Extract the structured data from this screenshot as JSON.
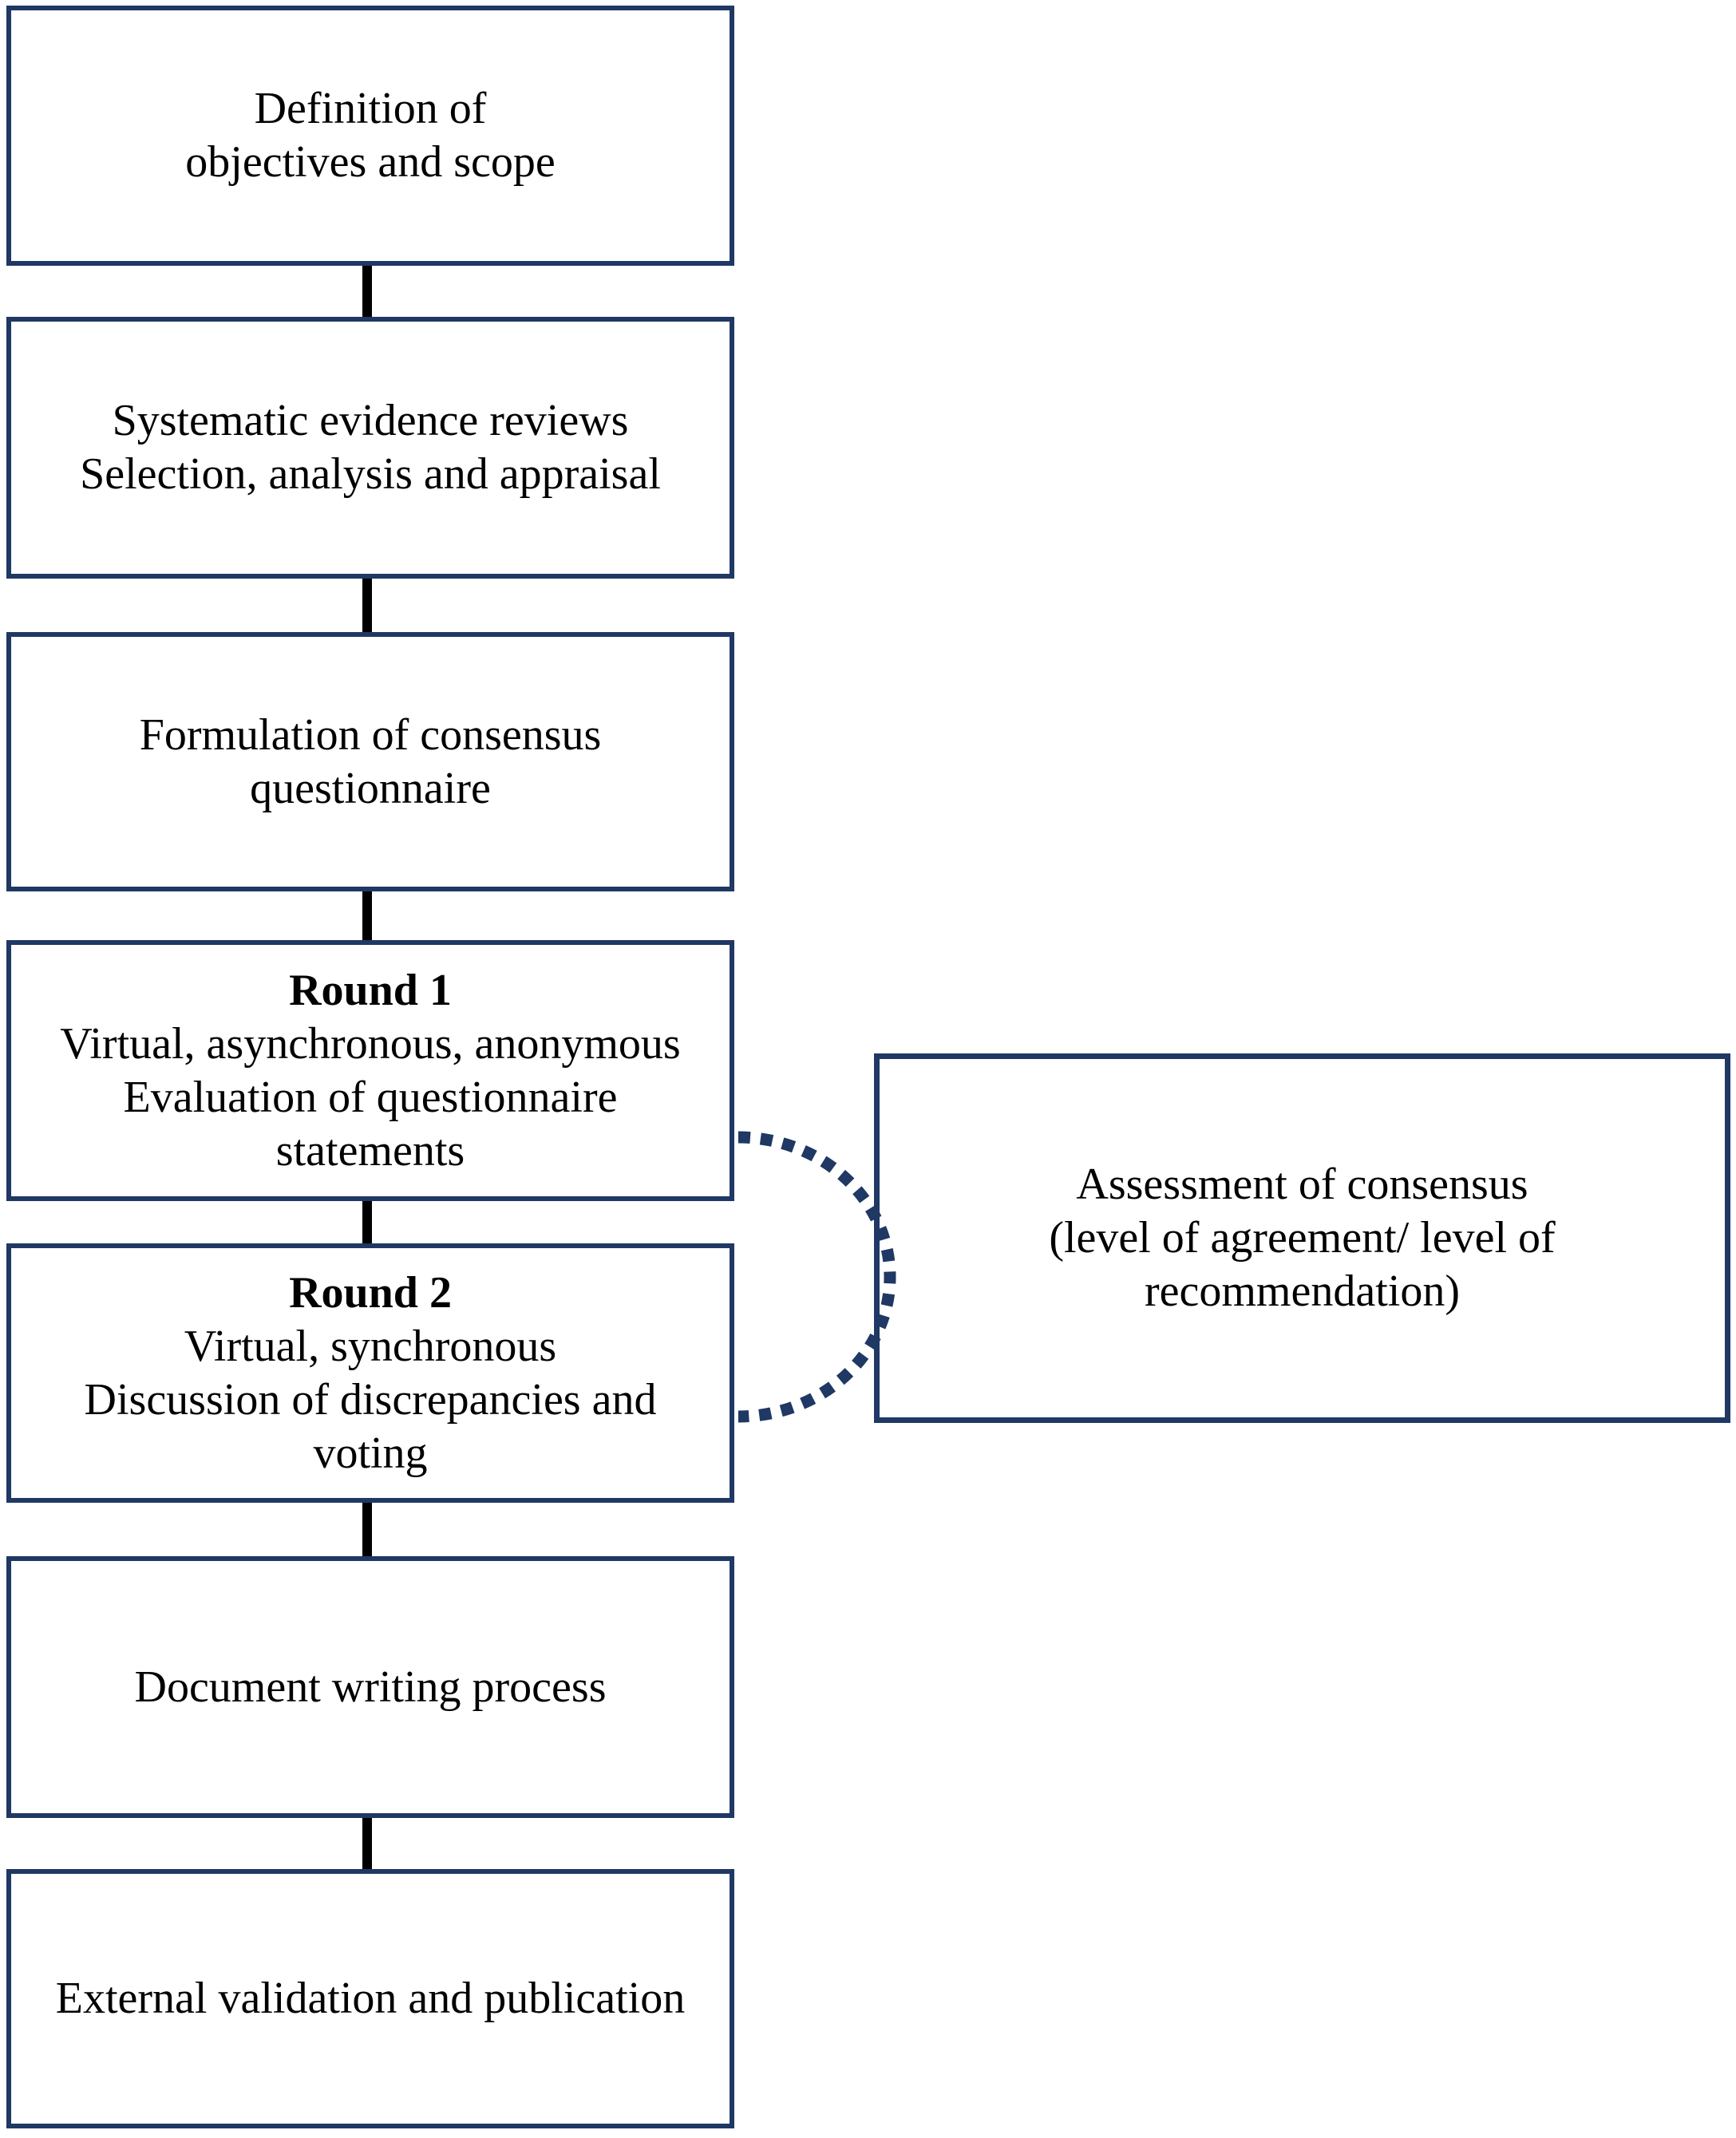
{
  "flowchart": {
    "steps": [
      {
        "body": "Definition of\nobjectives and scope"
      },
      {
        "body": "Systematic evidence reviews\nSelection, analysis and appraisal"
      },
      {
        "body": "Formulation of consensus\nquestionnaire"
      },
      {
        "title": "Round 1",
        "body": "Virtual, asynchronous, anonymous\nEvaluation of questionnaire\nstatements"
      },
      {
        "title": "Round 2",
        "body": "Virtual, synchronous\nDiscussion of discrepancies and\nvoting"
      },
      {
        "body": "Document writing process"
      },
      {
        "body": "External validation and publication"
      }
    ],
    "side_box": {
      "body": "Assessment of consensus\n(level of agreement/ level of\nrecommendation)"
    }
  },
  "colors": {
    "box_border": "#1f3864",
    "connector_line": "#000000",
    "dotted_arc": "#1f3864",
    "text": "#000000",
    "background": "#ffffff"
  }
}
